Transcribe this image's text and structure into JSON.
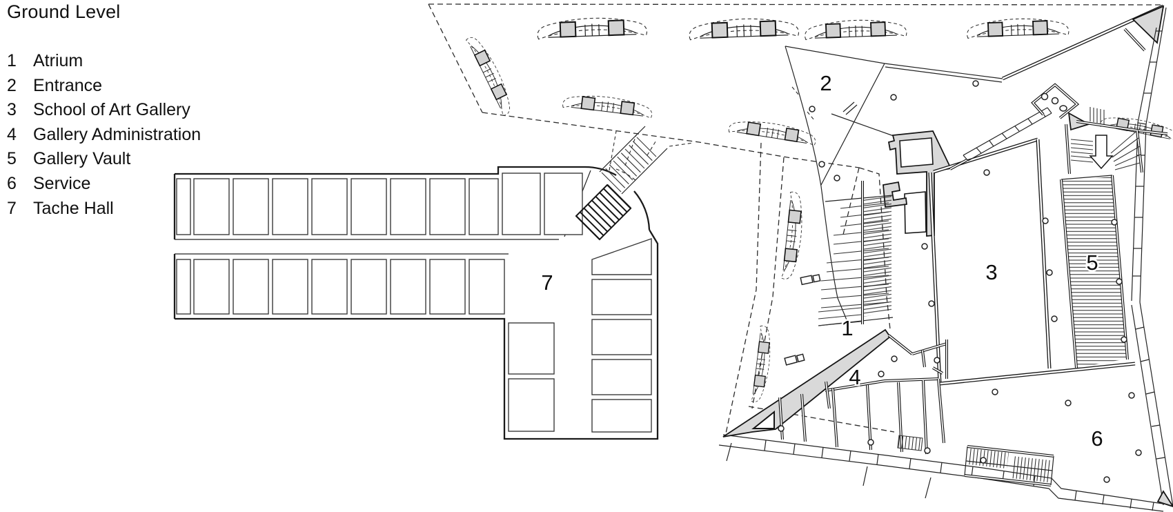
{
  "title": "Ground Level",
  "legend": {
    "items": [
      {
        "no": "1",
        "label": "Atrium"
      },
      {
        "no": "2",
        "label": "Entrance"
      },
      {
        "no": "3",
        "label": "School of Art Gallery"
      },
      {
        "no": "4",
        "label": "Gallery Administration"
      },
      {
        "no": "5",
        "label": "Gallery Vault"
      },
      {
        "no": "6",
        "label": "Service"
      },
      {
        "no": "7",
        "label": "Tache Hall"
      }
    ]
  },
  "plan": {
    "rooms": {
      "r1": "1",
      "r2": "2",
      "r3": "3",
      "r4": "4",
      "r5": "5",
      "r6": "6",
      "r7": "7"
    }
  },
  "colors": {
    "ink": "#1a1a1a",
    "poche": "#d9d9d9",
    "background": "#ffffff"
  }
}
